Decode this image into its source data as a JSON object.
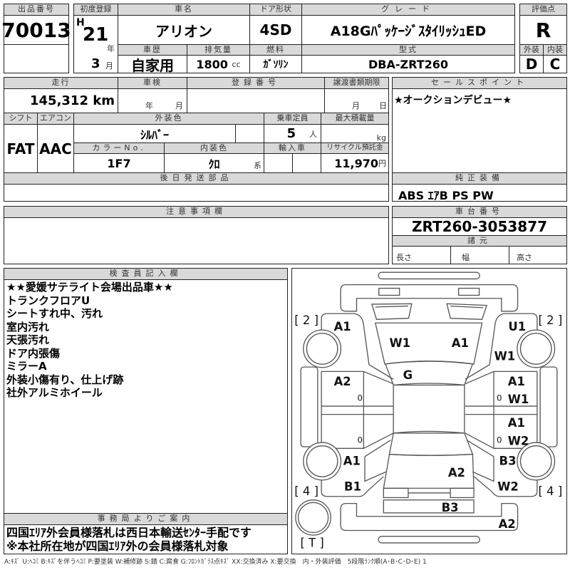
{
  "lot": {
    "label": "出品番号",
    "value": "70013"
  },
  "first_reg": {
    "label": "初度登録",
    "era": "H",
    "year": "21",
    "year_unit": "年",
    "month": "3",
    "month_unit": "月"
  },
  "car_name": {
    "label": "車名",
    "value": "アリオン"
  },
  "door": {
    "label": "ドア形状",
    "value": "4SD"
  },
  "grade": {
    "label": "グレード",
    "value": "A18GﾊﾟｯｹｰｼﾞｽﾀｲﾘｯｼｭED"
  },
  "history": {
    "label": "車歴",
    "value": "自家用"
  },
  "displacement": {
    "label": "排気量",
    "value": "1800",
    "unit": "cc"
  },
  "fuel": {
    "label": "燃料",
    "value": "ｶﾞｿﾘﾝ"
  },
  "model": {
    "label": "型式",
    "value": "DBA-ZRT260"
  },
  "score": {
    "label": "評価点",
    "value": "R",
    "ext_label": "外装",
    "ext": "D",
    "int_label": "内装",
    "int": "C"
  },
  "mileage": {
    "label": "走行",
    "value": "145,312",
    "unit": "km"
  },
  "inspection": {
    "label": "車検",
    "year_unit": "年",
    "month_unit": "月"
  },
  "reg_no": {
    "label": "登録番号"
  },
  "transfer": {
    "label": "譲渡書類期限",
    "month_unit": "月",
    "day_unit": "日"
  },
  "shift": {
    "label": "シフト",
    "value": "FAT"
  },
  "ac": {
    "label": "エアコン",
    "value": "AAC"
  },
  "ext_color": {
    "label": "外装色",
    "value": "ｼﾙﾊﾞｰ"
  },
  "capacity": {
    "label": "乗車定員",
    "value": "5",
    "unit": "人"
  },
  "max_load": {
    "label": "最大積載量",
    "unit": "kg"
  },
  "color_no": {
    "label": "カラーNo.",
    "value": "1F7"
  },
  "int_color": {
    "label": "内装色",
    "value": "ｸﾛ",
    "unit": "系"
  },
  "import": {
    "label": "輸入車"
  },
  "recycle": {
    "label": "リサイクル預託金",
    "value": "11,970",
    "unit": "円"
  },
  "later_parts": {
    "label": "後日発送部品"
  },
  "sales_point": {
    "label": "セールスポイント",
    "value": "★オークションデビュー★"
  },
  "equipment": {
    "label": "純正装備",
    "value": "ABS ｴｱB PS PW"
  },
  "caution": {
    "label": "注意事項欄"
  },
  "chassis": {
    "label": "車台番号",
    "value": "ZRT260-3053877"
  },
  "specs": {
    "label": "諸元",
    "length": "長さ",
    "width": "幅",
    "height": "高さ"
  },
  "inspector": {
    "label": "検査員記入欄",
    "lines": [
      "★★愛媛サテライト会場出品車★★",
      "トランクフロアU",
      "シートすれ中、汚れ",
      "室内汚れ",
      "天張汚れ",
      "ドア内張傷",
      "ミラーA",
      "外装小傷有り、仕上げ跡",
      "社外アルミホイール"
    ]
  },
  "office": {
    "label": "事務局よりご案内",
    "lines": [
      "四国ｴﾘｱ外会員様落札は西日本輸送ｾﾝﾀｰ手配です",
      "※本社所在地が四国ｴﾘｱ外の会員様落札対象"
    ]
  },
  "diagram": {
    "tires": {
      "fl": "[ 2 ]",
      "fr": "[ 2 ]",
      "rl": "[ 4 ]",
      "rr": "[ 4 ]",
      "spare": "[ T ]"
    },
    "marks": {
      "lf_fender": "A1",
      "hood_l": "W1",
      "hood_r": "A1",
      "rf_fender": "U1",
      "rf_fender2": "W1",
      "windshield": "G",
      "lf_door": "A2",
      "lf_door_zero": "0",
      "lr_door_zero": "0",
      "rf_door": "A1",
      "rf_door2": "W1",
      "rf_door_zero": "0",
      "rr_door": "A1",
      "rr_door2": "W2",
      "rr_door_zero": "0",
      "lr_fender": "A1",
      "trunk": "A2",
      "rr_fender": "B3",
      "lr_quarter": "B1",
      "rr_quarter": "W2",
      "rear_panel": "B3",
      "rear_bumper": "A2"
    }
  },
  "legend": "A:ｷｽﾞ U:ﾍｺﾐ B:ｷｽﾞを伴うﾍｺﾐ P:要塗装 W:補修跡 S:錆 C:腐食 G:ﾌﾛﾝﾄｶﾞﾗｽ点ｷｽﾞ XX:交換済み X:要交換　内・外装評価　5段階ﾗﾝｸ順(A･B･C･D･E) 1"
}
